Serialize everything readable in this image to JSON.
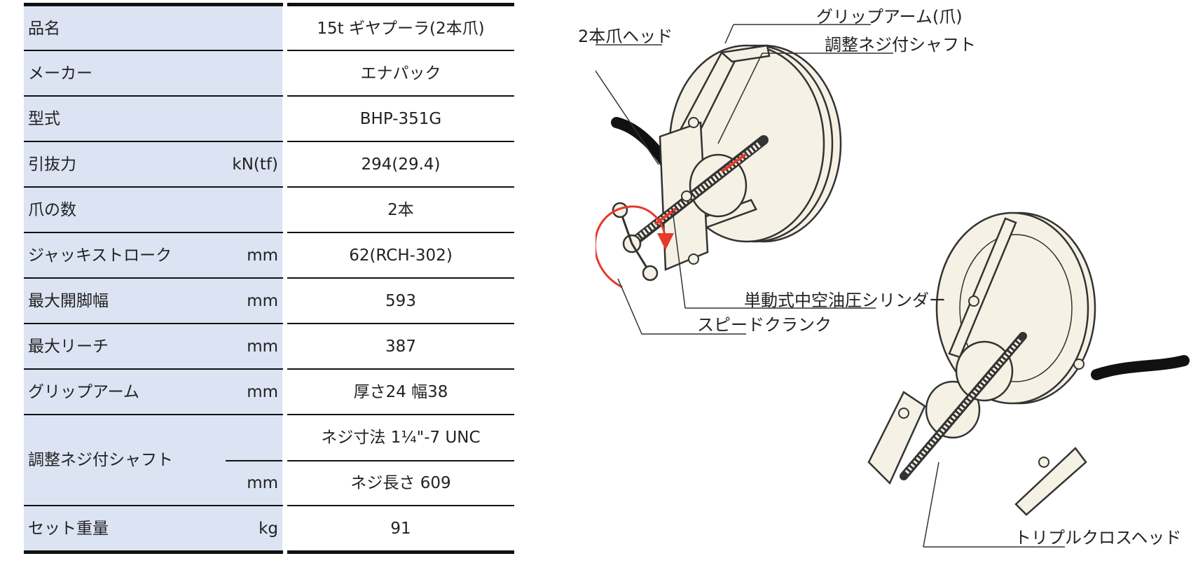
{
  "spec_table": {
    "rows": [
      {
        "label": "品名",
        "unit": "",
        "value": "15t ギヤプーラ(2本爪)"
      },
      {
        "label": "メーカー",
        "unit": "",
        "value": "エナパック"
      },
      {
        "label": "型式",
        "unit": "",
        "value": "BHP-351G"
      },
      {
        "label": "引抜力",
        "unit": "kN(tf)",
        "value": "294(29.4)"
      },
      {
        "label": "爪の数",
        "unit": "",
        "value": "2本"
      },
      {
        "label": "ジャッキストローク",
        "unit": "mm",
        "value": "62(RCH-302)"
      },
      {
        "label": "最大開脚幅",
        "unit": "mm",
        "value": "593"
      },
      {
        "label": "最大リーチ",
        "unit": "mm",
        "value": "387"
      },
      {
        "label": "グリップアーム",
        "unit": "mm",
        "value": "厚さ24 幅38"
      },
      {
        "label": "調整ネジ付シャフト",
        "unit": "mm",
        "value": "ネジ寸法 1¼\"-7 UNC",
        "value2": "ネジ長さ 609"
      },
      {
        "label": "セット重量",
        "unit": "kg",
        "value": "91"
      }
    ]
  },
  "diagram": {
    "labels": {
      "grip_arm": "グリップアーム(爪)",
      "two_claw_head": "2本爪ヘッド",
      "adjust_shaft": "調整ネジ付シャフト",
      "hollow_cylinder": "単動式中空油圧シリンダー",
      "speed_crank": "スピードクランク",
      "triple_cross_head": "トリプルクロスヘッド"
    },
    "colors": {
      "header_fill": "#dce3f3",
      "machine_fill": "#f5f1e4",
      "arrow_red": "#e53a2c",
      "outline": "#333333"
    }
  }
}
